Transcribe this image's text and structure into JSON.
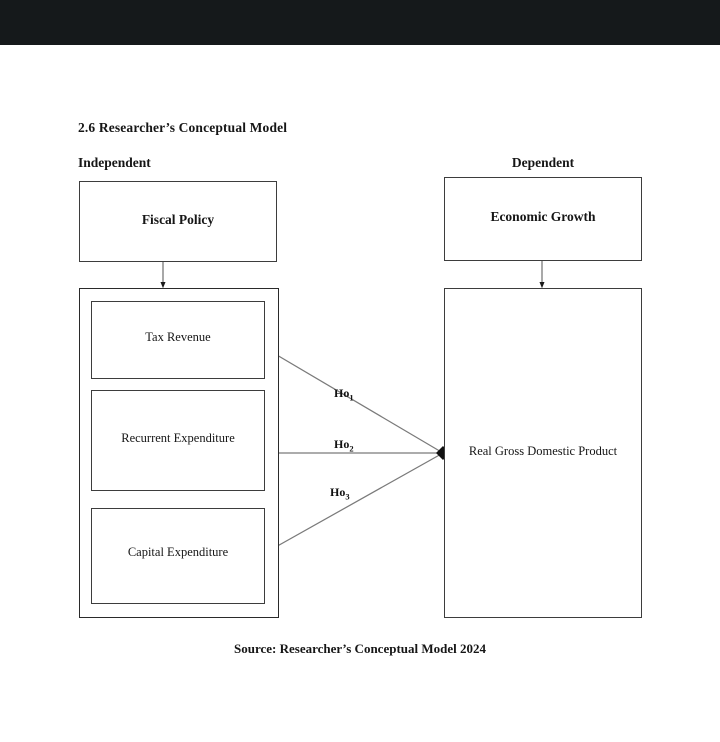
{
  "page": {
    "section_heading": "2.6 Researcher’s Conceptual Model",
    "source_caption": "Source: Researcher’s Conceptual Model 2024",
    "topbar_color": "#15191b",
    "background_color": "#ffffff",
    "line_color": "#6f6f6f",
    "box_border_color": "#3d3d3d"
  },
  "columns": {
    "independent_label": "Independent",
    "dependent_label": "Dependent"
  },
  "boxes": {
    "fiscal_policy": "Fiscal Policy",
    "economic_growth": "Economic Growth",
    "tax_revenue": "Tax Revenue",
    "recurrent_expenditure": "Recurrent Expenditure",
    "capital_expenditure": "Capital Expenditure",
    "real_gross_domestic_product": "Real Gross Domestic Product"
  },
  "hypotheses": [
    {
      "base": "Ho",
      "sub": "1",
      "from": "tax_revenue",
      "to": "real_gross_domestic_product"
    },
    {
      "base": "Ho",
      "sub": "2",
      "from": "recurrent_expenditure",
      "to": "real_gross_domestic_product"
    },
    {
      "base": "Ho",
      "sub": "3",
      "from": "capital_expenditure",
      "to": "real_gross_domestic_product"
    }
  ],
  "chart_data": {
    "type": "diagram",
    "title": "2.6 Researcher’s Conceptual Model",
    "diagram_kind": "conceptual-model",
    "nodes": [
      {
        "id": "fiscal_policy",
        "label": "Fiscal Policy",
        "group": "independent",
        "role": "construct"
      },
      {
        "id": "tax_revenue",
        "label": "Tax Revenue",
        "group": "independent",
        "role": "indicator"
      },
      {
        "id": "recurrent_expenditure",
        "label": "Recurrent Expenditure",
        "group": "independent",
        "role": "indicator"
      },
      {
        "id": "capital_expenditure",
        "label": "Capital Expenditure",
        "group": "independent",
        "role": "indicator"
      },
      {
        "id": "economic_growth",
        "label": "Economic Growth",
        "group": "dependent",
        "role": "construct"
      },
      {
        "id": "real_gross_domestic_product",
        "label": "Real Gross Domestic Product",
        "group": "dependent",
        "role": "indicator"
      }
    ],
    "edges": [
      {
        "from": "fiscal_policy",
        "to": "independent_group",
        "label": "",
        "style": "arrow-down"
      },
      {
        "from": "economic_growth",
        "to": "real_gross_domestic_product",
        "label": "",
        "style": "arrow-down"
      },
      {
        "from": "tax_revenue",
        "to": "real_gross_domestic_product",
        "label": "Ho1",
        "style": "line-diamond"
      },
      {
        "from": "recurrent_expenditure",
        "to": "real_gross_domestic_product",
        "label": "Ho2",
        "style": "line-diamond"
      },
      {
        "from": "capital_expenditure",
        "to": "real_gross_domestic_product",
        "label": "Ho3",
        "style": "line-diamond"
      }
    ]
  }
}
